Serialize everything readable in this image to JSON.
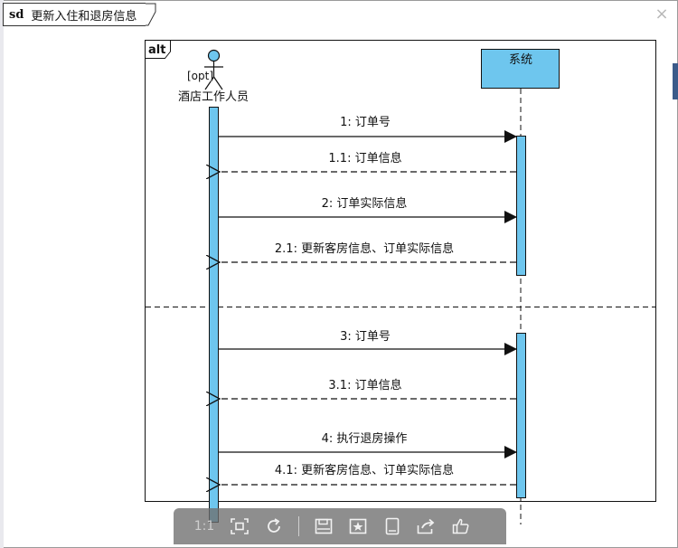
{
  "diagram": {
    "keyword": "sd",
    "title": "更新入住和退房信息",
    "fragment_alt": "alt",
    "fragment_opt": "[opt]",
    "actor_label": "酒店工作人员",
    "system_label": "系统",
    "messages": [
      {
        "label": "1: 订单号",
        "type": "call"
      },
      {
        "label": "1.1: 订单信息",
        "type": "return"
      },
      {
        "label": "2: 订单实际信息",
        "type": "call"
      },
      {
        "label": "2.1: 更新客房信息、订单实际信息",
        "type": "return"
      },
      {
        "label": "3: 订单号",
        "type": "call"
      },
      {
        "label": "3.1: 订单信息",
        "type": "return"
      },
      {
        "label": "4: 执行退房操作",
        "type": "call"
      },
      {
        "label": "4.1: 更新客房信息、订单实际信息",
        "type": "return"
      }
    ],
    "colors": {
      "activation": "#6ec6ee",
      "system_box": "#6ec6ee",
      "line": "#111111",
      "toolbar": "#6e6e6e"
    }
  },
  "toolbar": {
    "zoom_label": "1:1",
    "items": [
      "zoom-reset",
      "fit-screen-icon",
      "rotate-icon",
      "save-icon",
      "favorite-icon",
      "tablet-icon",
      "share-icon",
      "like-icon"
    ]
  },
  "window": {
    "close_glyph": "×"
  }
}
